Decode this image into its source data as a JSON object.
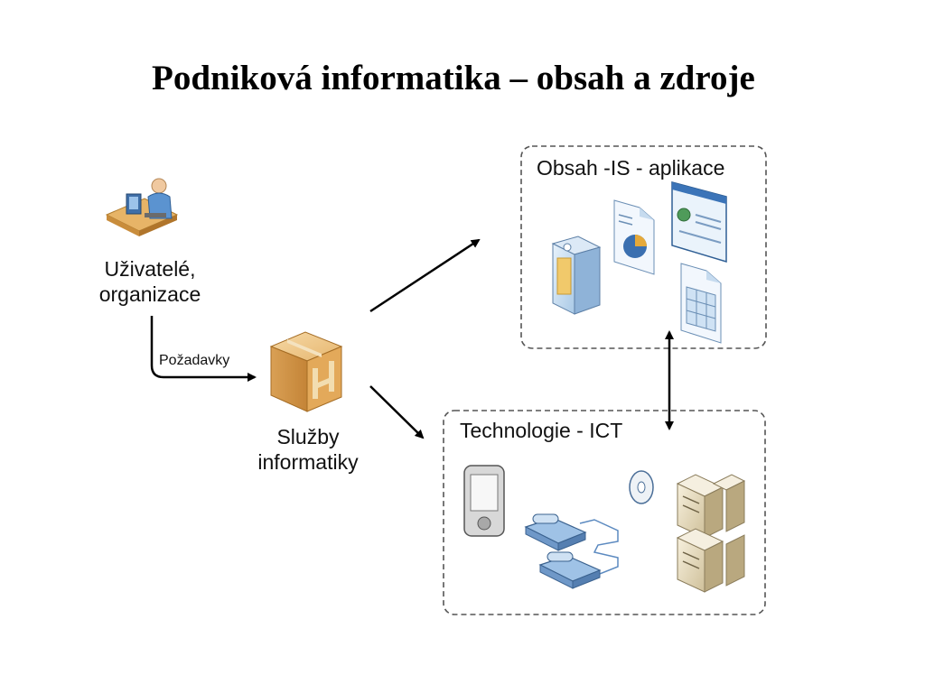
{
  "title": "Podniková informatika – obsah a zdroje",
  "nodes": {
    "users": {
      "line1": "Uživatelé,",
      "line2": "organizace",
      "icon": "user-at-computer-icon"
    },
    "requests": {
      "label": "Požadavky"
    },
    "services": {
      "line1": "Služby",
      "line2": "informatiky",
      "icon": "package-box-icon"
    },
    "content": {
      "label": "Obsah -IS - aplikace",
      "icons": [
        "server-icon",
        "report-document-icon",
        "web-application-icon",
        "spreadsheet-document-icon"
      ]
    },
    "technology": {
      "label": "Technologie - ICT",
      "icons": [
        "pda-device-icon",
        "ip-phone-icon",
        "optical-disc-icon",
        "server-rack-icon"
      ]
    }
  }
}
